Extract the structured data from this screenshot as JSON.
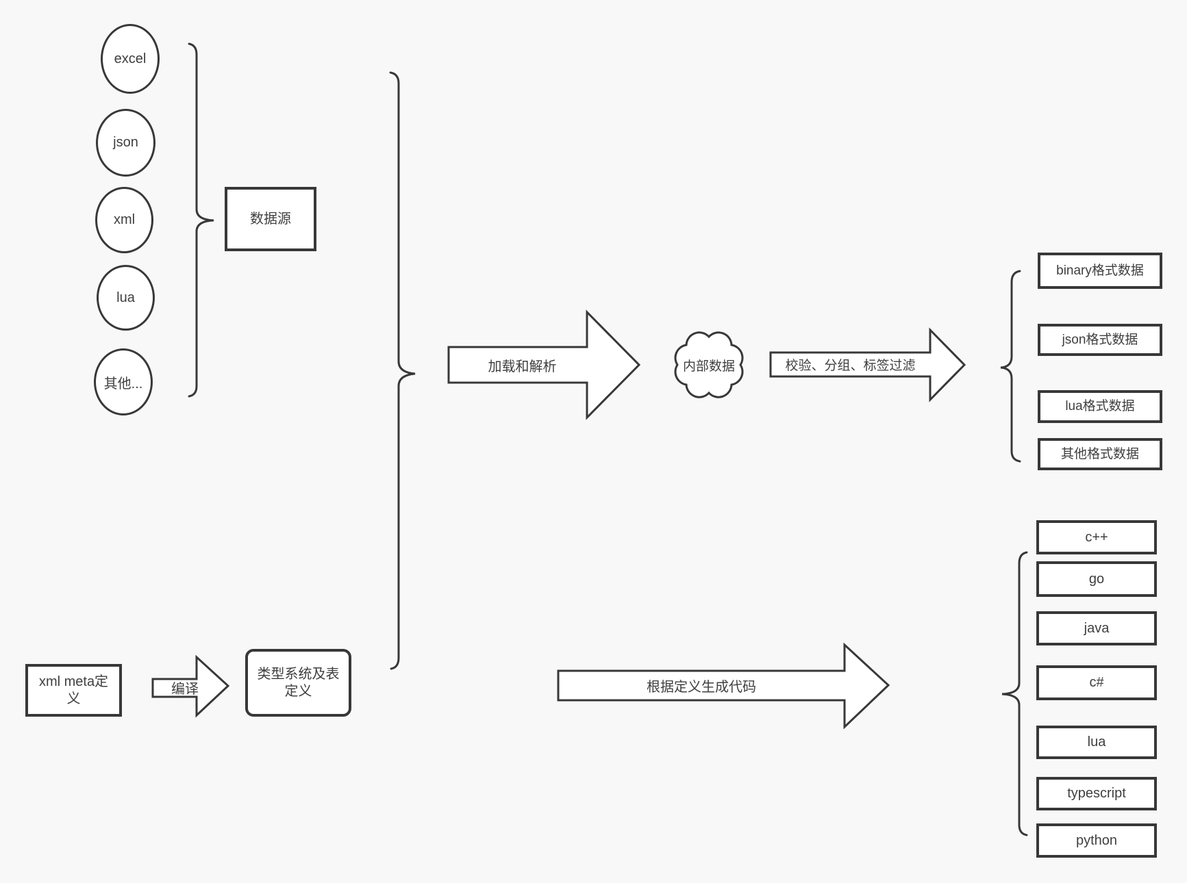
{
  "colors": {
    "background": "#f8f8f8",
    "stroke": "#383838",
    "text": "#3f3f3f",
    "shape_fill": "#ffffff"
  },
  "sources": {
    "group_label": "数据源",
    "items": [
      "excel",
      "json",
      "xml",
      "lua",
      "其他..."
    ]
  },
  "flow": {
    "load_parse_arrow_label": "加载和解析",
    "internal_data_label": "内部数据",
    "filter_arrow_label": "校验、分组、标签过滤",
    "compile_arrow_label": "编译",
    "codegen_arrow_label": "根据定义生成代码"
  },
  "definitions": {
    "xml_meta_label": "xml meta定义",
    "type_system_label": "类型系统及表定义"
  },
  "outputs": {
    "formats": [
      "binary格式数据",
      "json格式数据",
      "lua格式数据",
      "其他格式数据"
    ],
    "languages": [
      "c++",
      "go",
      "java",
      "c#",
      "lua",
      "typescript",
      "python"
    ]
  }
}
